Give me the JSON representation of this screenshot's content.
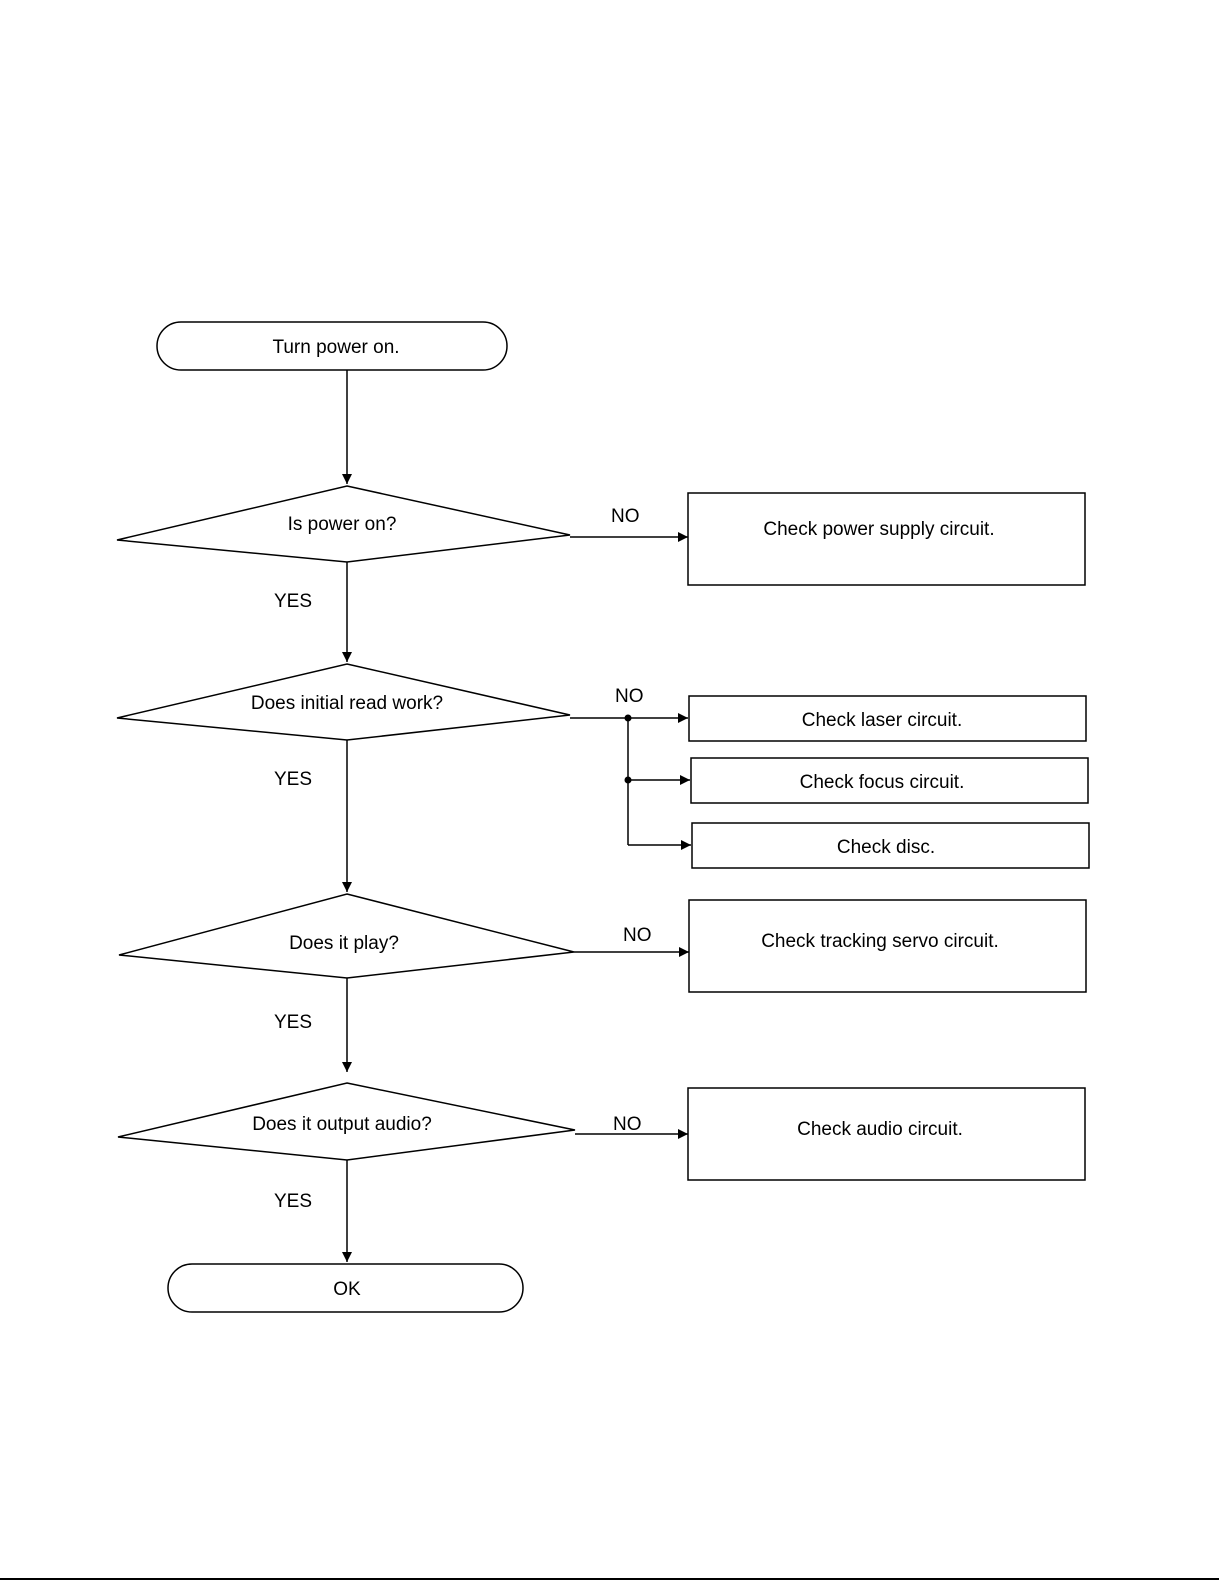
{
  "start": {
    "label": "Turn power on."
  },
  "decisions": [
    {
      "id": "power",
      "question": "Is power on?",
      "no_label": "NO",
      "yes_label": "YES"
    },
    {
      "id": "initial-read",
      "question": "Does initial read work?",
      "no_label": "NO",
      "yes_label": "YES"
    },
    {
      "id": "play",
      "question": "Does it play?",
      "no_label": "NO",
      "yes_label": "YES"
    },
    {
      "id": "audio",
      "question": "Does it output audio?",
      "no_label": "NO",
      "yes_label": "YES"
    }
  ],
  "actions": {
    "power": [
      "Check power supply circuit."
    ],
    "initial-read": [
      "Check laser circuit.",
      "Check focus circuit.",
      "Check disc."
    ],
    "play": [
      "Check tracking servo circuit."
    ],
    "audio": [
      "Check audio circuit."
    ]
  },
  "end": {
    "label": "OK"
  }
}
